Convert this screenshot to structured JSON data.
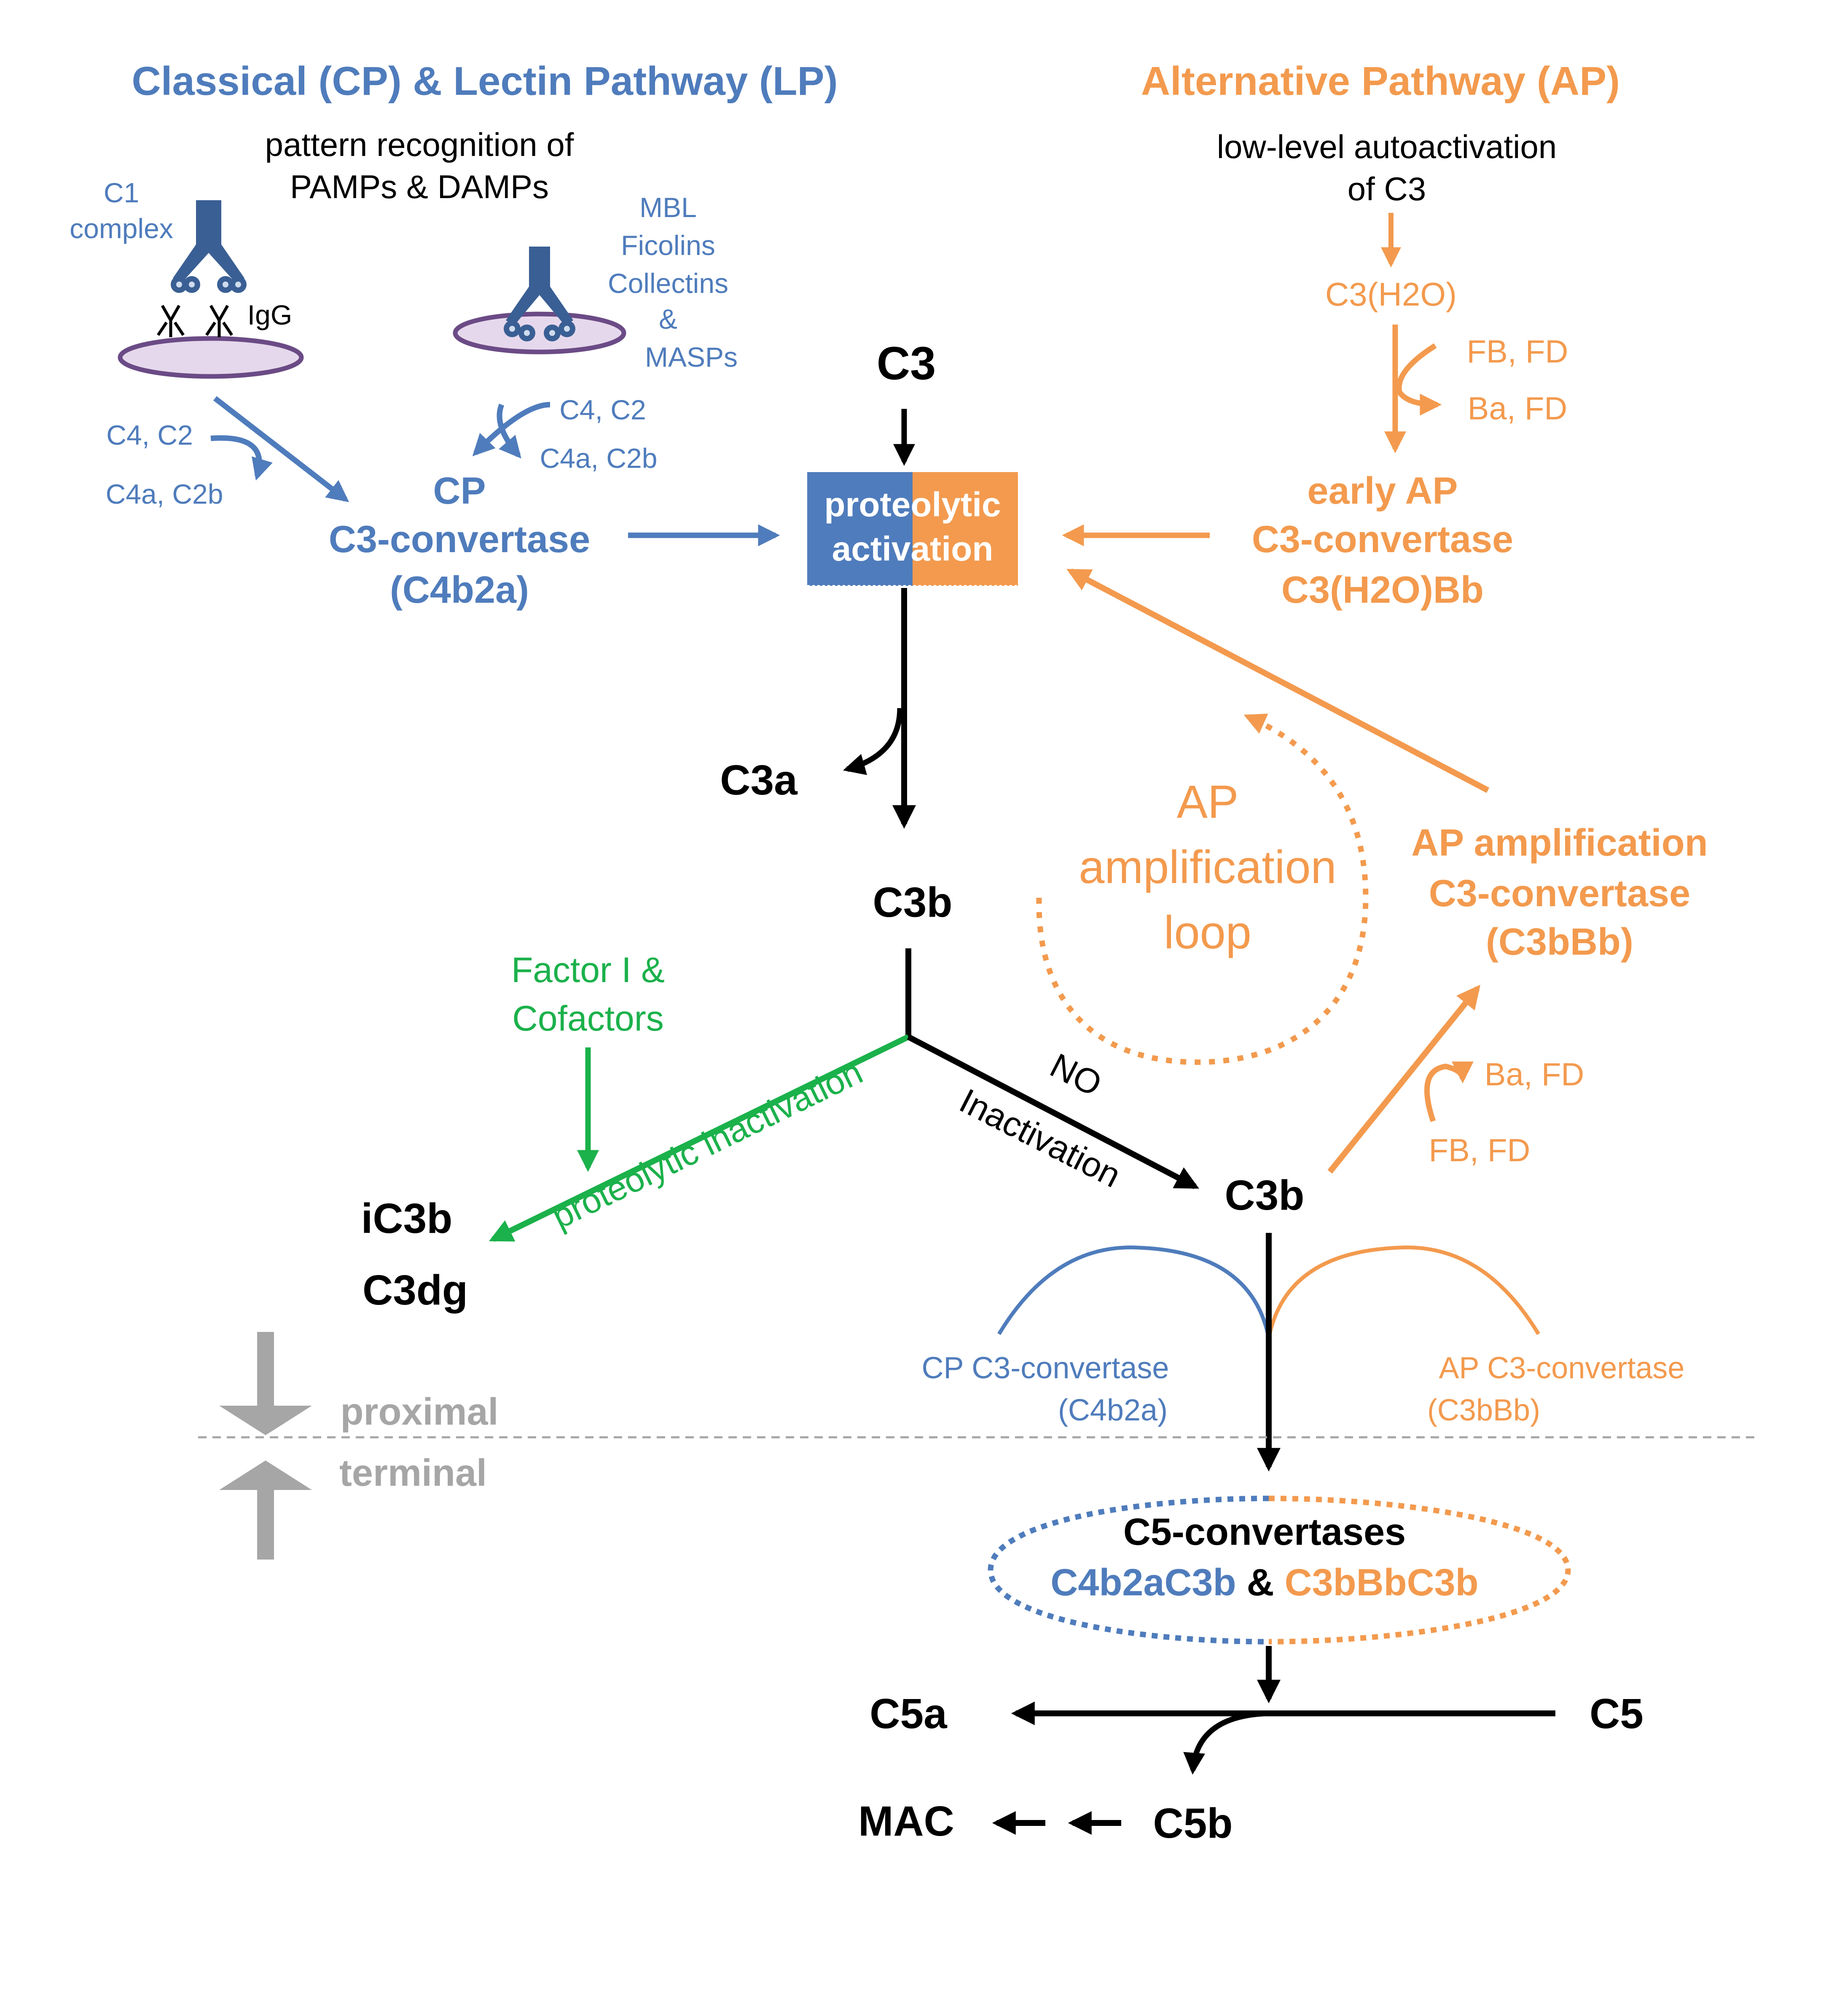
{
  "colors": {
    "blue": "#4f7cbc",
    "blue_dark": "#3a5f94",
    "orange": "#f39a4e",
    "green": "#1bb14b",
    "black": "#000000",
    "gray": "#a6a6a6",
    "membrane_fill": "#e6d8ec",
    "membrane_stroke": "#6b4b86"
  },
  "cp_lp": {
    "title": "Classical (CP) & Lectin Pathway (LP)",
    "pattern_line1": "pattern recognition of",
    "pattern_line2": "PAMPs & DAMPs",
    "c1_line1": "C1",
    "c1_line2": "complex",
    "igg": "IgG",
    "mbl_line1": "MBL",
    "mbl_line2": "Ficolins",
    "mbl_line3": "Collectins",
    "mbl_line4": "&",
    "mbl_line5": "MASPs",
    "left_in": "C4, C2",
    "left_out": "C4a, C2b",
    "right_in": "C4, C2",
    "right_out": "C4a, C2b",
    "conv_line1": "CP",
    "conv_line2": "C3-convertase",
    "conv_line3": "(C4b2a)"
  },
  "ap": {
    "title": "Alternative Pathway (AP)",
    "auto_line1": "low-level autoactivation",
    "auto_line2": "of C3",
    "c3h2o": "C3(H2O)",
    "in": "FB, FD",
    "out": "Ba, FD",
    "early_line1": "early AP",
    "early_line2": "C3-convertase",
    "early_line3": "C3(H2O)Bb",
    "loop_line1": "AP",
    "loop_line2": "amplification",
    "loop_line3": "loop",
    "amp_line1": "AP amplification",
    "amp_line2": "C3-convertase",
    "amp_line3": "(C3bBb)",
    "amp_out": "Ba, FD",
    "amp_in": "FB, FD"
  },
  "center": {
    "c3": "C3",
    "box_line1_blue": "prote",
    "box_line1_orange": "olytic",
    "box_line2_blue": "activ",
    "box_line2_orange": "ation",
    "c3a": "C3a",
    "c3b": "C3b",
    "factor_line1": "Factor I &",
    "factor_line2": "Cofactors",
    "inactivation_label": "proteolytic inactivation",
    "ic3b": "iC3b",
    "c3dg": "C3dg",
    "no_label": "NO",
    "no_inact_label": "Inactivation",
    "c3b_right": "C3b",
    "cp_conv_line1": "CP C3-convertase",
    "cp_conv_line2": "(C4b2a)",
    "ap_conv_line1": "AP C3-convertase",
    "ap_conv_line2": "(C3bBb)",
    "proximal": "proximal",
    "terminal": "terminal",
    "c5conv_title": "C5-convertases",
    "c5conv_blue": "C4b2aC3b",
    "c5conv_amp": "&",
    "c5conv_orange": "C3bBbC3b",
    "c5a": "C5a",
    "c5": "C5",
    "c5b": "C5b",
    "mac": "MAC"
  }
}
